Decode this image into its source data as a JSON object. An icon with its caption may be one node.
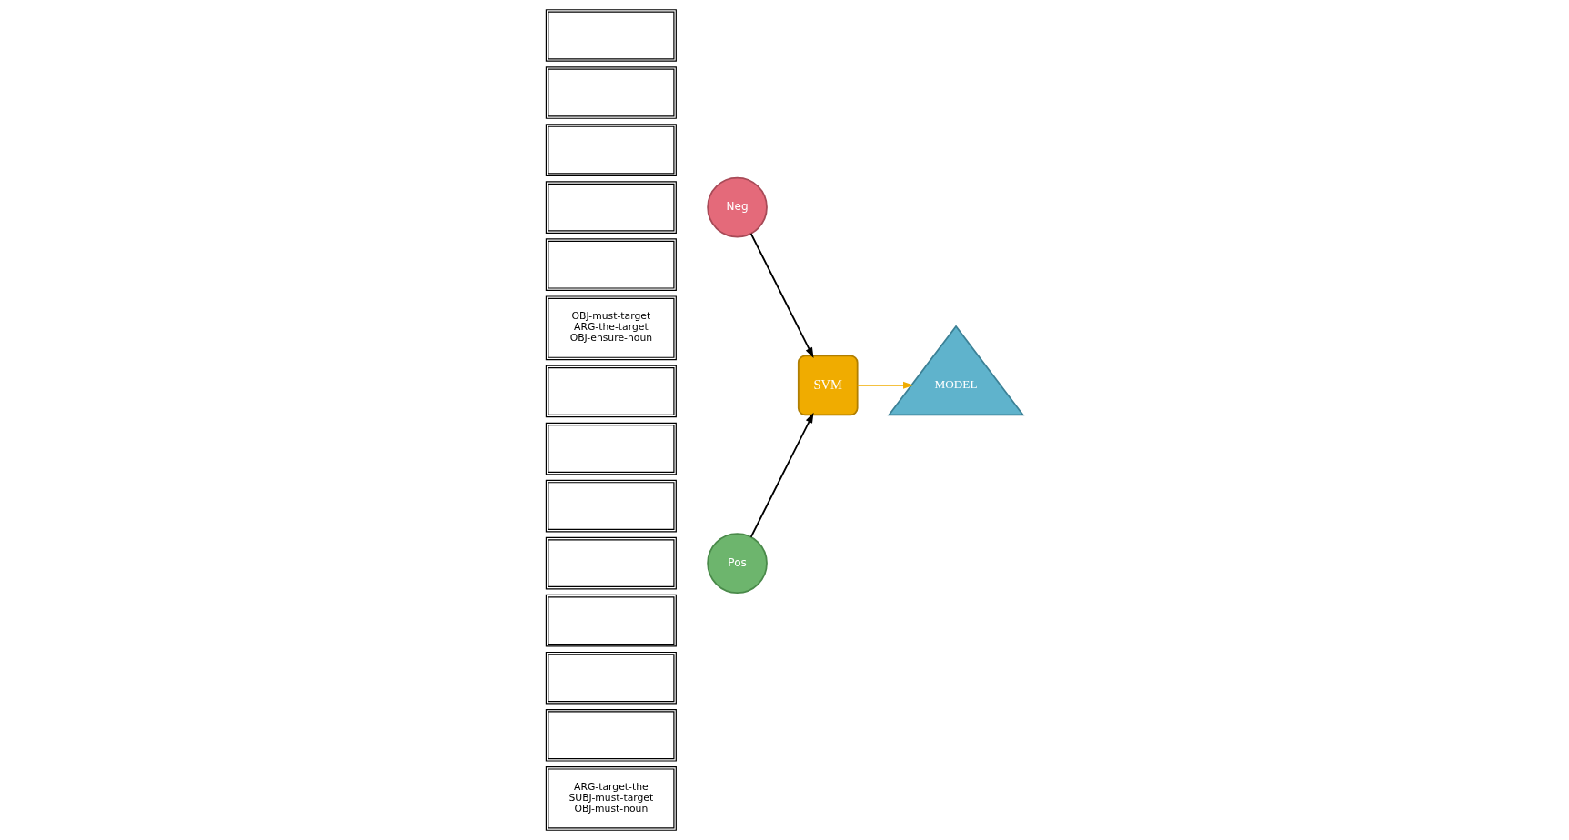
{
  "diagram": {
    "nodes": [
      {
        "text": [],
        "shape": "box"
      },
      {
        "text": [],
        "shape": "box"
      },
      {
        "text": [],
        "shape": "box"
      },
      {
        "text": [],
        "shape": "box"
      },
      {
        "text": [],
        "shape": "box"
      },
      {
        "text": [],
        "shape": "box"
      },
      {
        "text": [],
        "shape": "box"
      },
      {
        "text": [
          "ARG-target-the",
          "SUBJ-must-target",
          "OBJ-must-noun"
        ]
      },
      {
        "text": [
          "Pos"
        ]
      },
      {
        "text": [
          "SVM"
        ]
      },
      {
        "text": [
          "MODEL"
        ]
      },
      {
        "text": [],
        "shape": "box"
      },
      {
        "text": [],
        "shape": "box"
      },
      {
        "text": [],
        "shape": "box"
      },
      {
        "text": [],
        "shape": "box"
      },
      {
        "text": [],
        "shape": "box"
      },
      {
        "text": [
          "OBJ-must-target",
          "ARG-the-target",
          "OBJ-ensure-noun"
        ]
      },
      {
        "text": [
          "Neg"
        ]
      }
    ],
    "edges": [
      {
        "from": 8,
        "to": 9,
        "arrow": "to"
      },
      {
        "from": 17,
        "to": 9,
        "arrow": "to"
      },
      {
        "from": 9,
        "to": 10,
        "arrow": "to",
        "color": "#f0ac00"
      }
    ]
  }
}
